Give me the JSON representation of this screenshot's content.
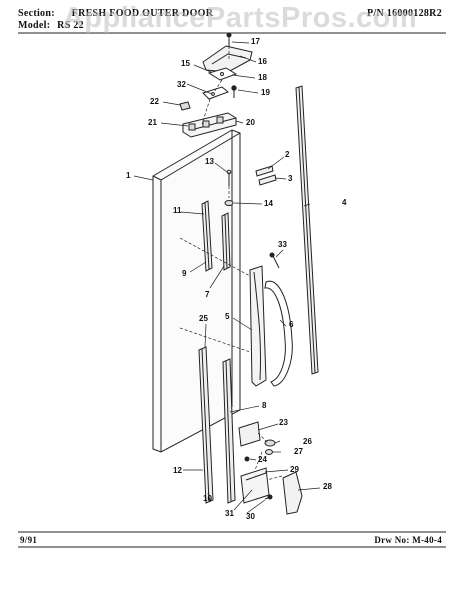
{
  "header": {
    "section_label": "Section:",
    "section_value": "FRESH FOOD OUTER DOOR",
    "model_label": "Model:",
    "model_value": "RS 22",
    "part_number": "P/N 16000128R2"
  },
  "footer": {
    "date": "9/91",
    "drawing_number": "Drw No: M-40-4"
  },
  "watermark": "AppliancePartsPros.com",
  "callouts": [
    "1",
    "2",
    "3",
    "4",
    "5",
    "6",
    "7",
    "8",
    "9",
    "10",
    "11",
    "12",
    "13",
    "14",
    "15",
    "16",
    "17",
    "18",
    "19",
    "20",
    "21",
    "22",
    "23",
    "24",
    "25",
    "26",
    "27",
    "28",
    "29",
    "30",
    "31",
    "32",
    "33"
  ]
}
